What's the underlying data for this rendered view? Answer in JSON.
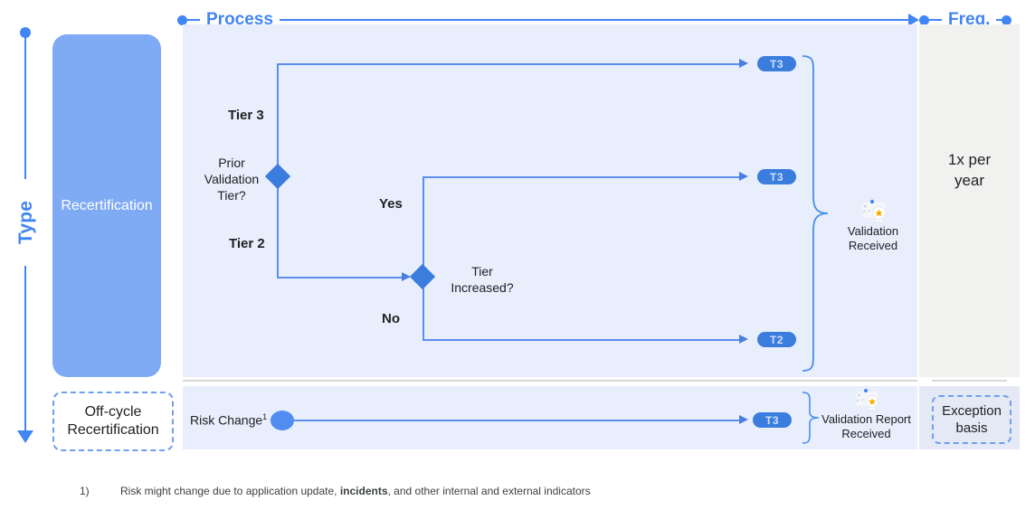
{
  "axis": {
    "type_label": "Type"
  },
  "header": {
    "process_label": "Process",
    "freq_label": "Freq."
  },
  "type_column": {
    "recertification_label": "Recertification",
    "offcycle_line1": "Off-cycle",
    "offcycle_line2": "Recertification"
  },
  "process_main": {
    "decision1": {
      "line1": "Prior",
      "line2": "Validation",
      "line3": "Tier?"
    },
    "branch_tier3": "Tier 3",
    "branch_tier2": "Tier 2",
    "decision2": {
      "line1": "Tier",
      "line2": "Increased?"
    },
    "branch_yes": "Yes",
    "branch_no": "No",
    "badges": {
      "top": "T3",
      "middle": "T3",
      "bottom": "T2"
    },
    "outcome": {
      "icon": "validation-badge-icon",
      "line1": "Validation",
      "line2": "Received"
    }
  },
  "process_offcycle": {
    "start_label": "Risk Change",
    "start_superscript": "1",
    "badge": "T3",
    "outcome": {
      "icon": "validation-badge-icon",
      "line1": "Validation Report",
      "line2": "Received"
    }
  },
  "frequency": {
    "main_line1": "1x per",
    "main_line2": "year",
    "offcycle_line1": "Exception",
    "offcycle_line2": "basis"
  },
  "footnote": {
    "marker": "1)",
    "text_before": "Risk might change due to application update, ",
    "text_bold": "incidents",
    "text_after": ", and other internal and external indicators"
  },
  "colors": {
    "accent_blue": "#4285f4",
    "panel_blue": "#e8eefc",
    "panel_gray": "#f1f1f0",
    "node_blue": "#3b7ddd",
    "box_blue": "#7faaf4",
    "star_orange": "#f9ab00"
  }
}
